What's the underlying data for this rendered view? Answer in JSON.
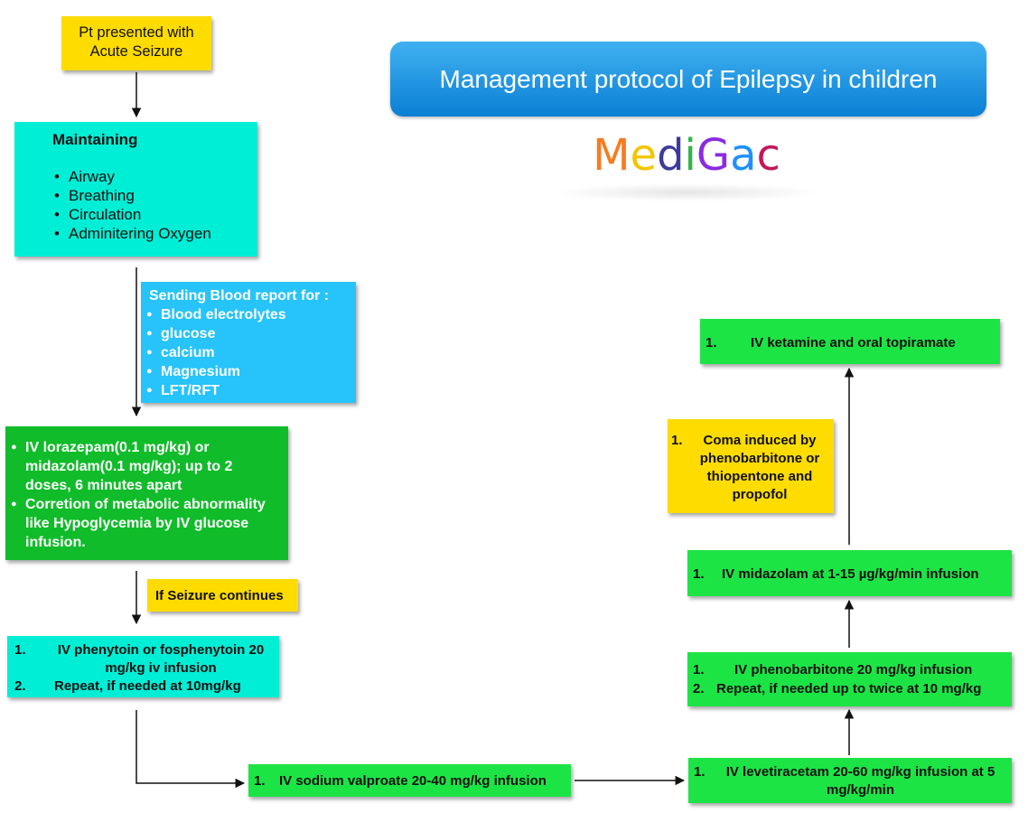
{
  "title": "Management protocol of Epilepsy in children",
  "logo": {
    "text": "MediGac",
    "letters": [
      {
        "ch": "M",
        "color": "#f77b21"
      },
      {
        "ch": "e",
        "color": "#f2c500"
      },
      {
        "ch": "d",
        "color": "#3d3a9c"
      },
      {
        "ch": "i",
        "color": "#33b44a"
      },
      {
        "ch": "G",
        "color": "#8a2be2"
      },
      {
        "ch": "a",
        "color": "#1e90ff"
      },
      {
        "ch": "c",
        "color": "#c2185b"
      }
    ]
  },
  "colors": {
    "yellow": "#fedc00",
    "cyan": "#00eed5",
    "blue": "#27c3fb",
    "dark_green": "#10bc2a",
    "light_green": "#1de445",
    "banner": "#1592e0"
  },
  "nodes": {
    "presented": {
      "text": "Pt presented with Acute Seizure"
    },
    "maintaining": {
      "heading": "Maintaining",
      "items": [
        "Airway",
        "Breathing",
        "Circulation",
        "Adminitering Oxygen"
      ]
    },
    "blood": {
      "heading": "Sending Blood report for :",
      "items": [
        "Blood electrolytes",
        "glucose",
        "calcium",
        "Magnesium",
        "LFT/RFT"
      ]
    },
    "lorazepam": {
      "items": [
        "IV lorazepam(0.1 mg/kg) or midazolam(0.1 mg/kg); up to 2 doses, 6 minutes apart",
        "Corretion of metabolic abnormality like Hypoglycemia by IV glucose infusion."
      ]
    },
    "if_continues": {
      "text": "If Seizure continues"
    },
    "phenytoin": {
      "items": [
        {
          "n": "1.",
          "text": "IV phenytoin or fosphenytoin 20 mg/kg iv infusion"
        },
        {
          "n": "2.",
          "text": "Repeat, if needed at 10mg/kg"
        }
      ]
    },
    "valproate": {
      "n": "1.",
      "text": "IV sodium valproate 20-40 mg/kg infusion"
    },
    "levetiracetam": {
      "n": "1.",
      "text": "IV levetiracetam 20-60 mg/kg infusion at 5 mg/kg/min"
    },
    "phenobarbitone": {
      "items": [
        {
          "n": "1.",
          "text": "IV phenobarbitone 20 mg/kg infusion"
        },
        {
          "n": "2.",
          "text": "Repeat, if needed up to twice at 10 mg/kg"
        }
      ]
    },
    "midazolam": {
      "n": "1.",
      "text": "IV midazolam at 1-15 µg/kg/min infusion"
    },
    "coma": {
      "n": "1.",
      "text": "Coma induced by phenobarbitone or thiopentone and propofol"
    },
    "ketamine": {
      "n": "1.",
      "text": "IV ketamine and oral topiramate"
    }
  }
}
